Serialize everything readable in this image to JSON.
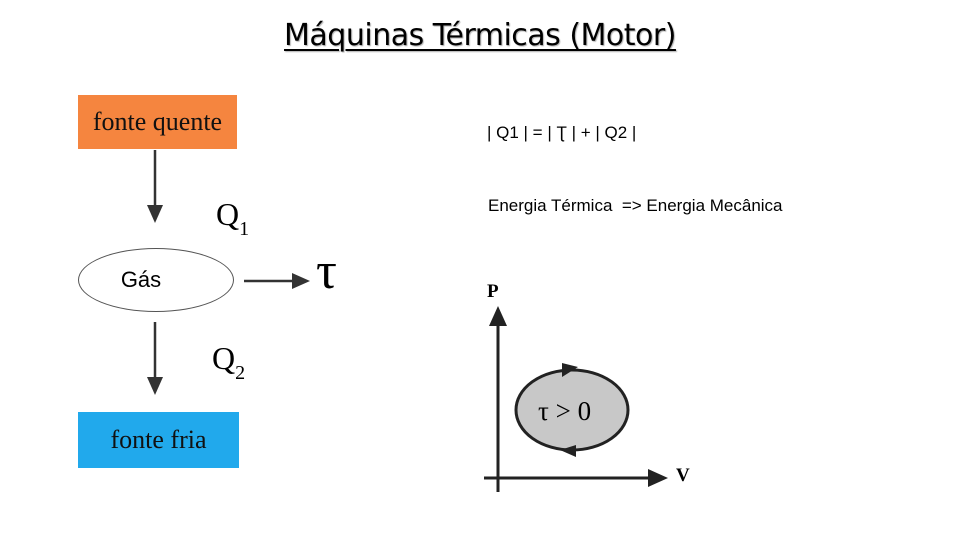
{
  "title": "Máquinas Térmicas (Motor)",
  "diagram": {
    "hot_source": "fonte quente",
    "cold_source": "fonte fria",
    "gas": "Gás",
    "q1": "Q",
    "q1_sub": "1",
    "q2": "Q",
    "q2_sub": "2",
    "work_symbol": "τ",
    "hot_color": "#f5853f",
    "cold_color": "#21a9ec"
  },
  "equation": "| Q1 | = | Ʈ | + | Q2 |",
  "energy_text": "Energia Térmica  => Energia Mecânica",
  "pv_diagram": {
    "p_axis": "P",
    "v_axis": "V",
    "cycle_label": "τ > 0",
    "cycle_color": "#c8c8c8"
  }
}
